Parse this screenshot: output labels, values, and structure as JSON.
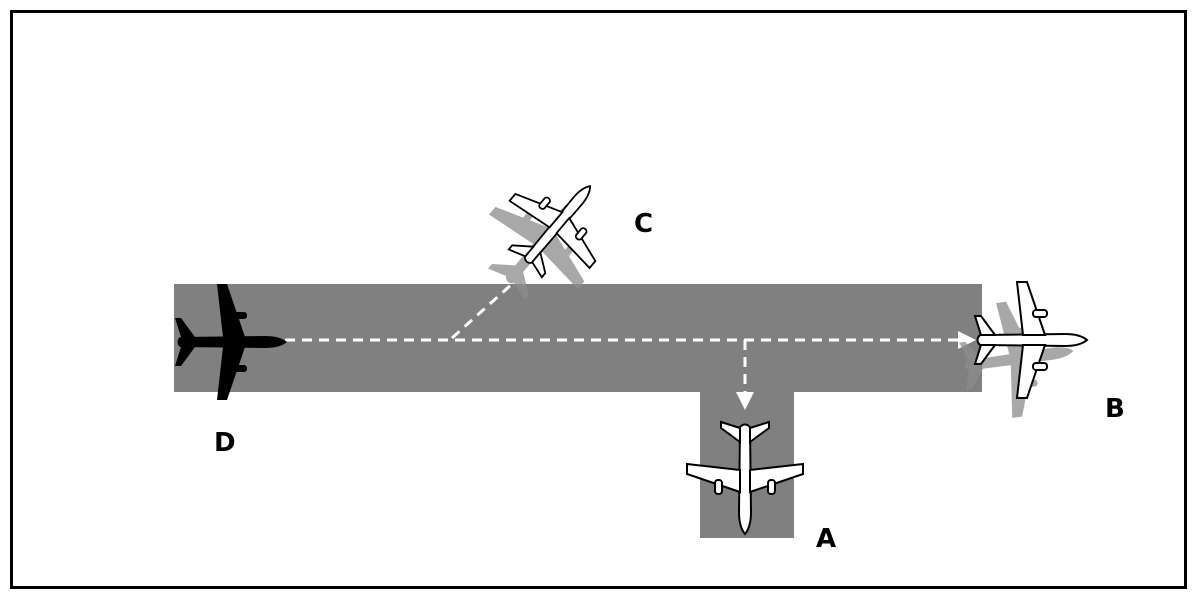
{
  "diagram": {
    "labels": {
      "a": "A",
      "b": "B",
      "c": "C",
      "d": "D"
    },
    "colors": {
      "runway": "#808080",
      "frame": "#000000",
      "arrow": "#ffffff",
      "plane_dark": "#000000",
      "plane_light": "#ffffff",
      "shadow": "#8c8c8c"
    },
    "icons": {
      "aircraft": "airplane-icon",
      "path": "dashed-arrow"
    }
  }
}
